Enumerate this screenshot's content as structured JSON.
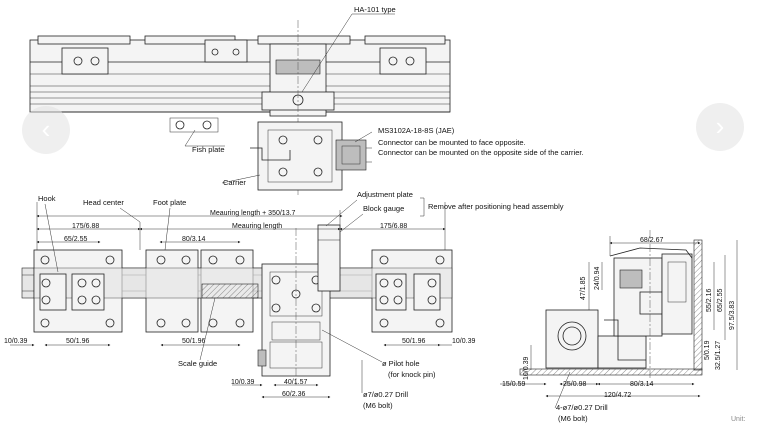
{
  "labels": {
    "ha101": "HA-101 type",
    "fish_plate": "Fish plate",
    "carrier": "Carrier",
    "connector_model": "MS3102A-18-8S (JAE)",
    "connector_note_1": "Connector can be mounted to face opposite.",
    "connector_note_2": "Connector can be mounted on the opposite side of the carrier.",
    "hook": "Hook",
    "head_center": "Head center",
    "foot_plate": "Foot plate",
    "adjustment_plate": "Adjustment plate",
    "block_gauge": "Block gauge",
    "remove_note": "Remove after positioning head assembly",
    "scale_guide": "Scale guide",
    "pilot_hole": "ø Pilot hole",
    "knock_pin": "(for knock pin)",
    "drill_center": "ø7/ø0.27 Drill",
    "m6_center": "(M6 bolt)",
    "drill_right": "4-ø7/ø0.27 Drill",
    "m6_right": "(M6 bolt)"
  },
  "dimensions": {
    "meas_total": "Meauring length + 350/13.7",
    "meas_len": "Meauring length",
    "d175_left": "175/6.88",
    "d175_right": "175/6.88",
    "d65": "65/2.55",
    "d80": "80/3.14",
    "d10_left": "10/0.39",
    "d50_left": "50/1.96",
    "d50_mid": "50/1.96",
    "d50_right": "50/1.96",
    "d10_right": "10/0.39",
    "d10_center": "10/0.39",
    "d40": "40/1.57",
    "d60": "60/2.36",
    "d68": "68/2.67",
    "d47": "47/1.85",
    "d24": "24/0.94",
    "d55": "55/2.16",
    "d65_side": "65/2.55",
    "d97": "97.5/3.83",
    "d5": "5/0.19",
    "d32": "32.5/1.27",
    "d10_side": "10/0.39",
    "d15": "15/0.59",
    "d25": "25/0.98",
    "d80_side": "80/3.14",
    "d120": "120/4.72"
  },
  "nav": {
    "prev": "‹",
    "next": "›"
  },
  "corner_text": "Unit:"
}
